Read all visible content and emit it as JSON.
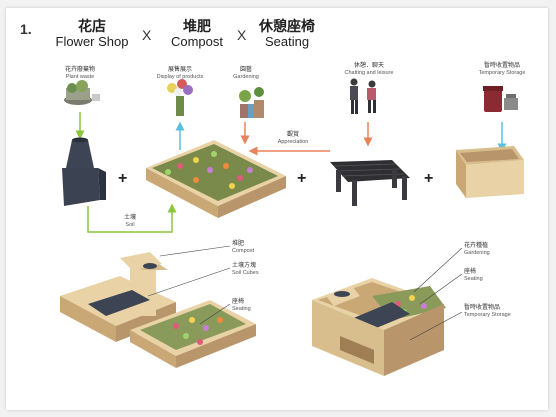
{
  "number": "1.",
  "headers": [
    {
      "zh": "花店",
      "en": "Flower Shop"
    },
    {
      "zh": "堆肥",
      "en": "Compost"
    },
    {
      "zh": "休憩座椅",
      "en": "Seating"
    }
  ],
  "times_symbol": "X",
  "plus_symbol": "+",
  "top_labels": {
    "plant_waste": {
      "zh": "花卉廢棄物",
      "en": "Plant waste"
    },
    "display": {
      "zh": "展售展示",
      "en": "Display of products"
    },
    "gardening": {
      "zh": "園藝",
      "en": "Gardening"
    },
    "chatting": {
      "zh": "休憩．聊天",
      "en": "Chatting and leisure"
    },
    "storage": {
      "zh": "暫時收置物品",
      "en": "Temporary Storage"
    }
  },
  "arrow_labels": {
    "appreciation": {
      "zh": "觀賞",
      "en": "Appreciation"
    },
    "soil": {
      "zh": "土壤",
      "en": "Soil"
    }
  },
  "callouts_left": {
    "compost": {
      "zh": "堆肥",
      "en": "Compost"
    },
    "soil_cube": {
      "zh": "土壤方塊",
      "en": "Soil Cubes"
    },
    "seating": {
      "zh": "座椅",
      "en": "Seating"
    }
  },
  "callouts_right": {
    "gardening": {
      "zh": "花卉種植",
      "en": "Gardening"
    },
    "seating": {
      "zh": "座椅",
      "en": "Seating"
    },
    "storage": {
      "zh": "暫時收置物品",
      "en": "Temporary Storage"
    }
  },
  "colors": {
    "green_arrow": "#8cc63f",
    "blue_arrow": "#5bc0de",
    "orange_arrow": "#e8845a",
    "wood": "#e8d2a6",
    "wood_dark": "#b8956a",
    "steel": "#3d4454"
  }
}
